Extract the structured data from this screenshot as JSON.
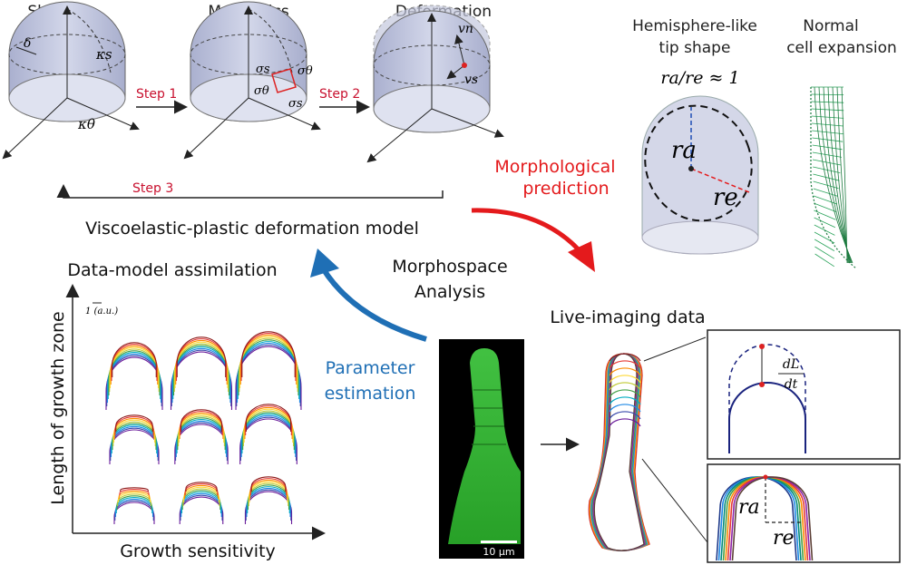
{
  "panels": {
    "shape": "Shape",
    "mechanics": "Mechanics",
    "deformation": "Deformation"
  },
  "symbols": {
    "delta": "δ",
    "kappa_s": "κs",
    "kappa_theta": "κθ",
    "sigma_s": "σs",
    "sigma_theta": "σθ",
    "v_n": "vn",
    "v_s": "vs",
    "r_a": "ra",
    "r_e": "re"
  },
  "steps": {
    "step1": "Step 1",
    "step2": "Step 2",
    "step3": "Step 3"
  },
  "model_label": "Viscoelastic-plastic deformation model",
  "hemisphere": {
    "title_line1": "Hemisphere-like",
    "title_line2": "tip shape",
    "ratio": "ra/re ≈ 1"
  },
  "normal_expansion": {
    "line1": "Normal",
    "line2": "cell expansion"
  },
  "morphological_prediction": {
    "line1": "Morphological",
    "line2": "prediction"
  },
  "assimilation": {
    "title": "Data-model assimilation",
    "scale": "1 (a.u.)",
    "y_axis": "Length of growth zone",
    "x_axis": "Growth sensitivity"
  },
  "morphospace": {
    "line1": "Morphospace",
    "line2": "Analysis"
  },
  "parameter_estimation": {
    "line1": "Parameter",
    "line2": "estimation"
  },
  "live_imaging": "Live-imaging data",
  "scale_bar": "10 μm",
  "dLdt": {
    "numerator": "dL",
    "denominator": "dt"
  },
  "colors": {
    "red_text": "#c8102e",
    "red_arrow": "#e41a1c",
    "blue_arrow": "#1f6fb5",
    "cylinder_fill": "#c9cde3",
    "microscope_green": "#3fc83f",
    "mesh_green": "#2aa35a"
  }
}
